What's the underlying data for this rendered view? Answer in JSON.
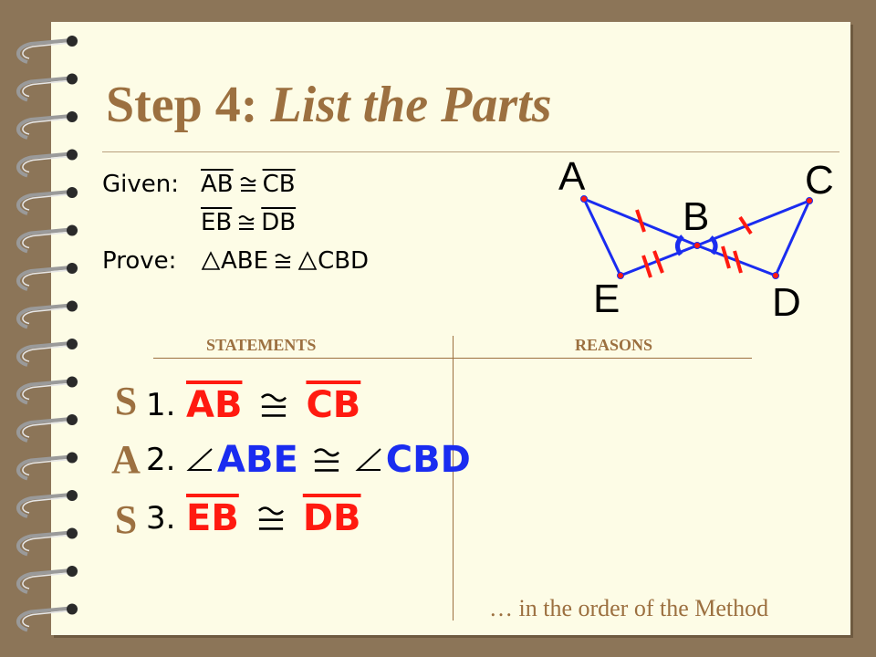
{
  "title": {
    "step": "Step 4:",
    "text": "List the Parts"
  },
  "given": {
    "given_label": "Given:",
    "prove_label": "Prove:",
    "congruent_symbol": "≅",
    "triangle_symbol": "△",
    "row1": {
      "left": "AB",
      "right": "CB"
    },
    "row2": {
      "left": "EB",
      "right": "DB"
    },
    "prove": {
      "left": "ABE",
      "right": "CBD"
    }
  },
  "diagram": {
    "labels": {
      "a": "A",
      "b": "B",
      "c": "C",
      "d": "D",
      "e": "E"
    }
  },
  "table": {
    "headers": {
      "statements": "STATEMENTS",
      "reasons": "REASONS"
    },
    "angle_symbol": "∠",
    "rows": [
      {
        "letter": "S",
        "number": "1.",
        "left": "AB",
        "right": "CB",
        "color": "#ff1a10"
      },
      {
        "letter": "A",
        "number": "2.",
        "left": "ABE",
        "right": "CBD",
        "color": "#1a2cf0"
      },
      {
        "letter": "S",
        "number": "3.",
        "left": "EB",
        "right": "DB",
        "color": "#ff1a10"
      }
    ]
  },
  "footnote": "… in the order of the Method",
  "colors": {
    "title": "#9c7040",
    "side_mark": "#ff1a10",
    "angle_mark": "#1a2cf0",
    "page": "#fdfce6",
    "frame": "#8c7558"
  }
}
